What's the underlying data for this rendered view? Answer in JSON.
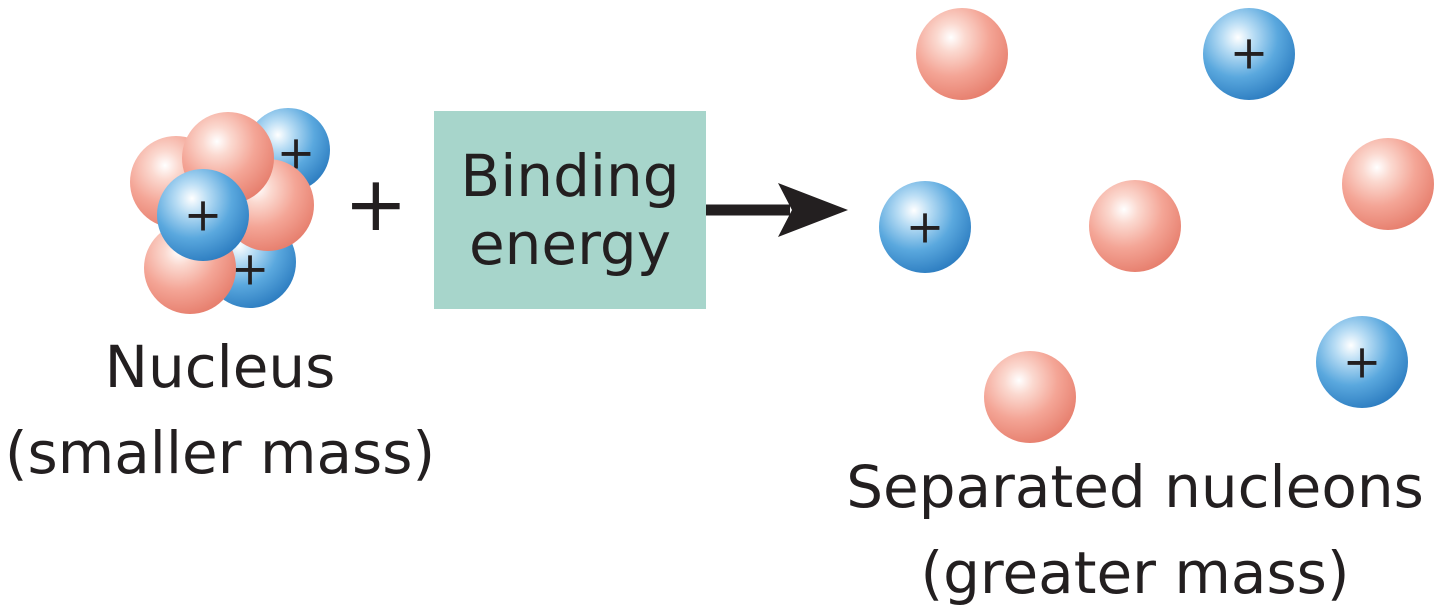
{
  "reactant": {
    "label_line1": "Nucleus",
    "label_line2": "(smaller mass)"
  },
  "operator": "+",
  "energy_box": {
    "line1": "Binding",
    "line2": "energy",
    "color": "#a7d5cb"
  },
  "product": {
    "label_line1": "Separated nucleons",
    "label_line2": "(greater mass)"
  },
  "particles": {
    "proton_color": "#4a9fdc",
    "neutron_color": "#f09a8c",
    "proton_charge": "+",
    "proton_count": 3,
    "neutron_count": 4
  }
}
